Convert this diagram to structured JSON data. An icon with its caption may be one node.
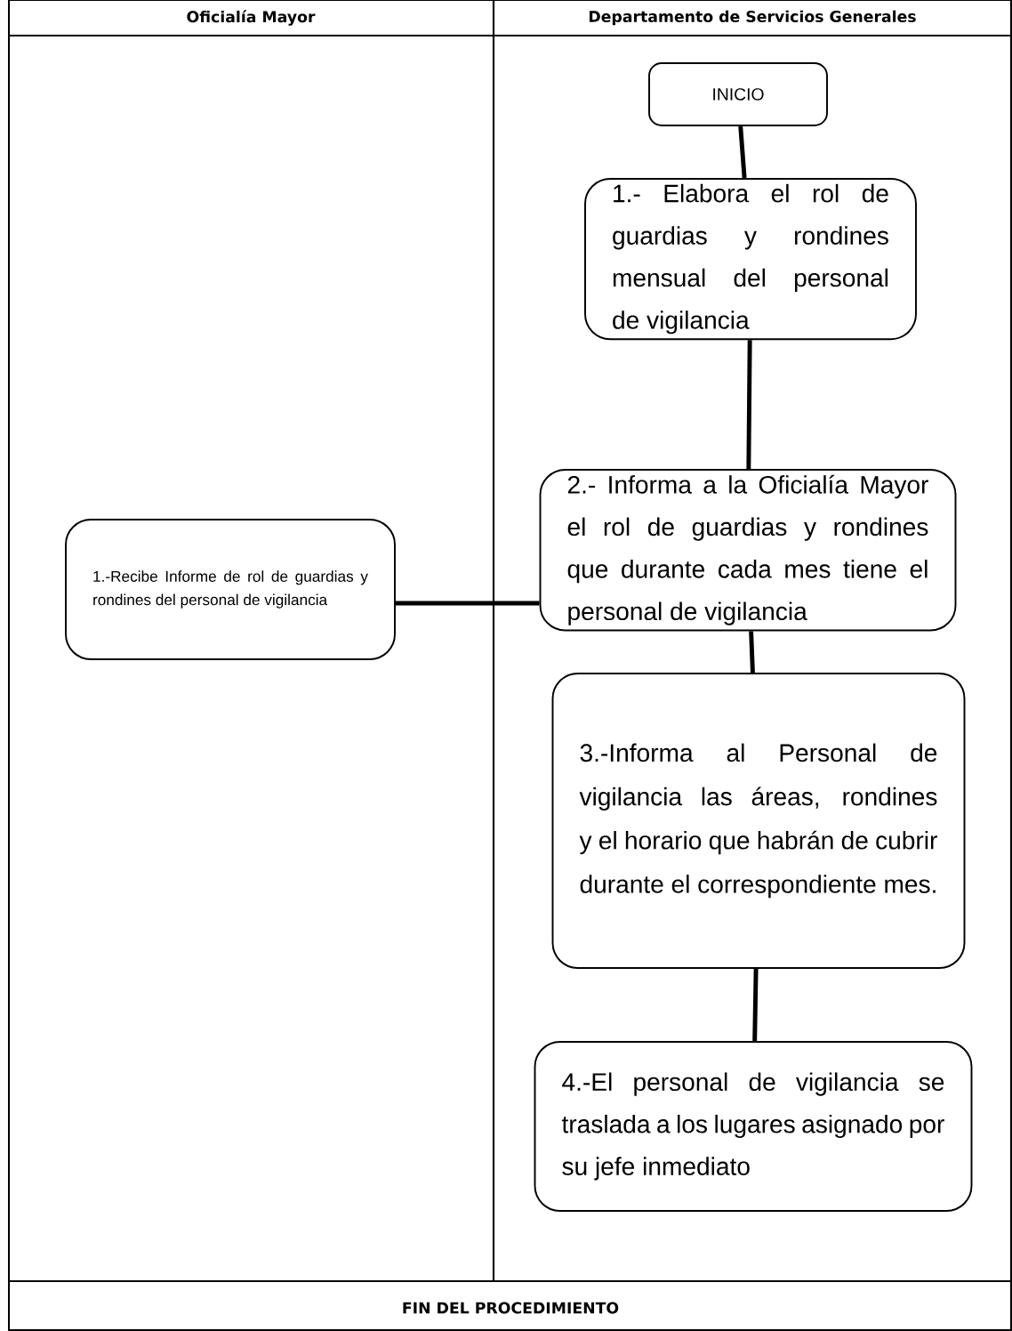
{
  "diagram": {
    "nodes": [
      {
        "text": [
          "INICIO"
        ]
      },
      {
        "text": [
          "1.- Elabora el rol de guardias y rondines mensual del personal de vigilancia"
        ]
      },
      {
        "text": [
          "2.- Informa a la Oficialía Mayor el rol de guardias y rondines que durante cada mes tiene el personal de vigilancia"
        ]
      },
      {
        "text": [
          "1.-Recibe Informe de rol de guardias y rondines del personal de vigilancia"
        ]
      },
      {
        "text": [
          "3.-Informa al Personal de vigilancia las áreas, rondines y el horario que habrán de cubrir durante el correspondiente mes."
        ]
      },
      {
        "text": [
          "4.-El personal de vigilancia se traslada a los lugares asignado por su jefe inmediato"
        ]
      }
    ],
    "edges": [
      {
        "from": 0,
        "to": 1,
        "arrow": "none"
      },
      {
        "from": 1,
        "to": 2,
        "arrow": "none"
      },
      {
        "from": 2,
        "to": 3,
        "arrow": "none"
      },
      {
        "from": 2,
        "to": 4,
        "arrow": "none"
      },
      {
        "from": 4,
        "to": 5,
        "arrow": "none"
      }
    ],
    "labels": [
      "Oficialía Mayor",
      "Departamento de Servicios Generales",
      "FIN DEL PROCEDIMIENTO"
    ]
  }
}
